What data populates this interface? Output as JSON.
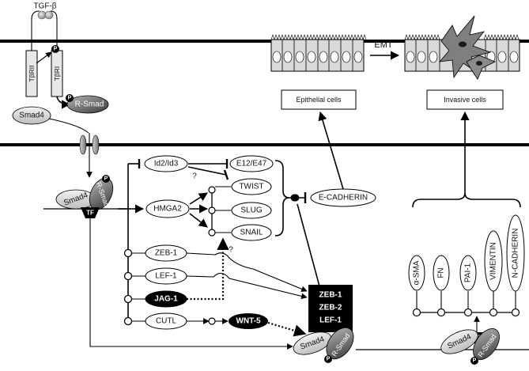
{
  "ligand": "TGF-β",
  "receptors": {
    "r2": "TβRII",
    "r1": "TβRI"
  },
  "phospho": "P",
  "smad": {
    "rsmad": "R-Smad",
    "smad4": "Smad4",
    "tf": "TF"
  },
  "top": {
    "emt": "EMT",
    "epithelial": "Epithelial cells",
    "invasive": "Invasive cells"
  },
  "targets": {
    "id2": "Id2/Id3",
    "e12": "E12/E47",
    "question": "?",
    "hmga2": "HMGA2",
    "twist": "TWIST",
    "slug": "SLUG",
    "snail": "SNAIL",
    "ecad": "E-CADHERIN",
    "zeb1": "ZEB-1",
    "lef1": "LEF-1",
    "jag1": "JAG-1",
    "cutl": "CUTL",
    "wnt5": "WNT-5"
  },
  "complex": {
    "line1": "ZEB-1",
    "line2": "ZEB-2",
    "line3": "LEF-1"
  },
  "mesenchymal": {
    "asma": "α-SMA",
    "fn": "FN",
    "pai1": "PAI-1",
    "vimentin": "VIMENTIN",
    "ncad": "N-CADHERIN"
  }
}
